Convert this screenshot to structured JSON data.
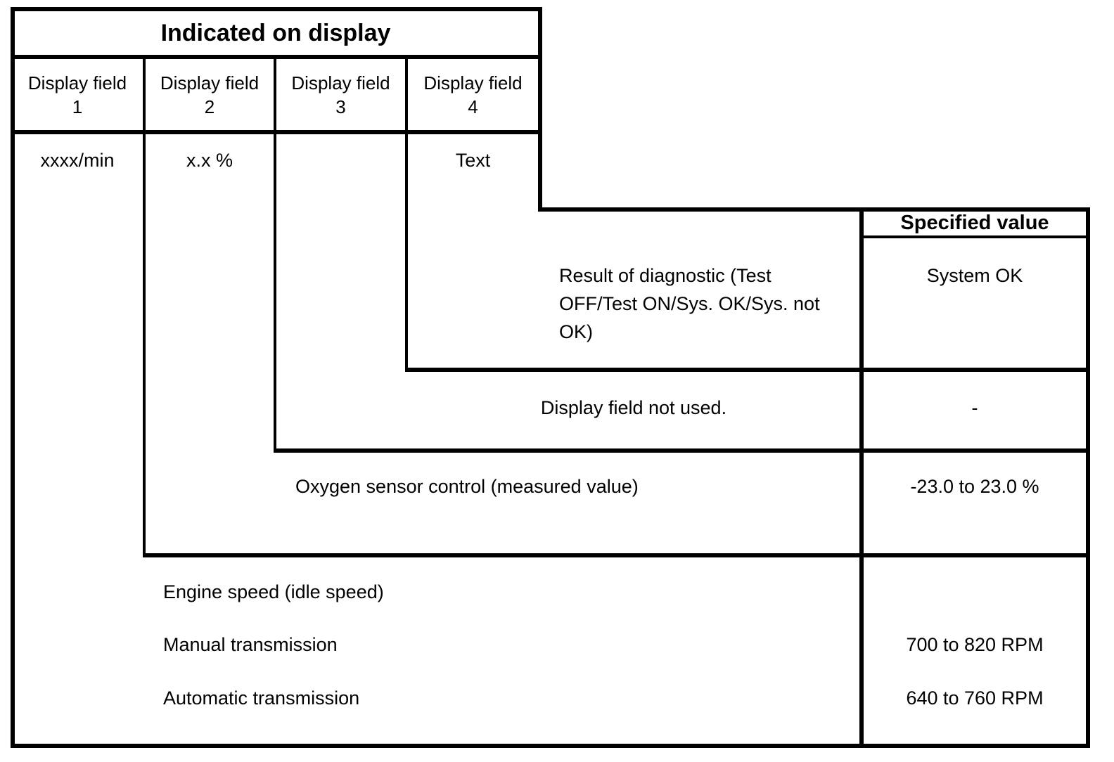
{
  "table": {
    "title": "Indicated on display",
    "spec_header": "Specified value",
    "display_field_headers": [
      "Display field\n1",
      "Display field\n2",
      "Display field\n3",
      "Display field\n4"
    ],
    "display_field_values": [
      "xxxx/min",
      "x.x %",
      "",
      "Text"
    ],
    "rows": [
      {
        "description": "Result of diagnostic (Test OFF/Test ON/Sys. OK/Sys. not OK)",
        "specified_value": "System OK"
      },
      {
        "description": "Display field not used.",
        "specified_value": "-"
      },
      {
        "description": "Oxygen sensor control (measured value)",
        "specified_value": "-23.0 to 23.0 %"
      }
    ],
    "engine_speed": {
      "heading": "Engine speed (idle speed)",
      "manual_label": "Manual transmission",
      "manual_value": "700 to 820 RPM",
      "automatic_label": "Automatic transmission",
      "automatic_value": "640 to 760 RPM"
    }
  },
  "colors": {
    "line": "#000000",
    "background": "#ffffff",
    "text": "#000000"
  }
}
